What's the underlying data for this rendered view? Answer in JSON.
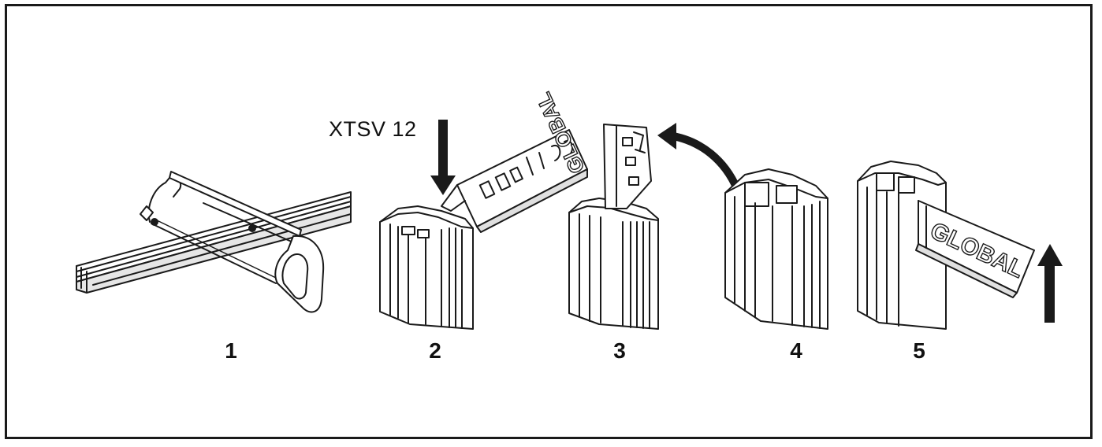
{
  "product_label": "XTSV 12",
  "steps": [
    {
      "number": "1"
    },
    {
      "number": "2"
    },
    {
      "number": "3"
    },
    {
      "number": "4"
    },
    {
      "number": "5"
    }
  ],
  "embossed_text_step2": "GLOBAL",
  "embossed_text_step5": "GLOBAL",
  "colors": {
    "line": "#1a1a1a",
    "fill": "#ffffff",
    "shade": "#d9d9d9"
  }
}
